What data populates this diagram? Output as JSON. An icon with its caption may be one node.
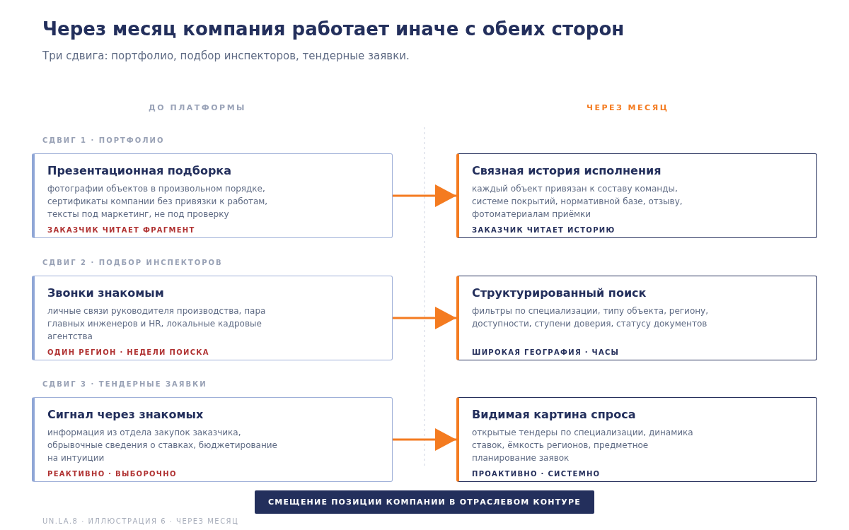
{
  "diagram": {
    "title": "Через месяц компания работает иначе с обеих сторон",
    "caption": "Три сдвига: портфолио, подбор инспекторов, тендерные заявки.",
    "nodes": [
      {
        "text": [
          "Презентационная подборка",
          "фотографии объектов в произвольном порядке, сертификаты компании без привязки к работам, тексты под маркетинг, не под проверку",
          "ЗАКАЗЧИК ЧИТАЕТ ФРАГМЕНТ"
        ]
      },
      {
        "text": [
          "Связная история исполнения",
          "каждый объект привязан к составу команды, системе покрытий, нормативной базе, отзыву, фотоматериалам приёмки",
          "ЗАКАЗЧИК ЧИТАЕТ ИСТОРИЮ"
        ]
      },
      {
        "text": [
          "Звонки знакомым",
          "личные связи руководителя производства, пара главных инженеров и HR, локальные кадровые агентства",
          "ОДИН РЕГИОН · НЕДЕЛИ ПОИСКА"
        ]
      },
      {
        "text": [
          "Структурированный поиск",
          "фильтры по специализации, типу объекта, региону, доступности, ступени доверия, статусу документов",
          "ШИРОКАЯ ГЕОГРАФИЯ · ЧАСЫ"
        ]
      },
      {
        "text": [
          "Сигнал через знакомых",
          "информация из отдела закупок заказчика, обрывочные сведения о ставках, бюджетирование на интуиции",
          "РЕАКТИВНО · ВЫБОРОЧНО"
        ]
      },
      {
        "text": [
          "Видимая картина спроса",
          "открытые тендеры по специализации, динамика ставок, ёмкость регионов, предметное планирование заявок",
          "ПРОАКТИВНО · СИСТЕМНО"
        ]
      },
      {
        "text": [
          "СМЕЩЕНИЕ ПОЗИЦИИ КОМПАНИИ В ОТРАСЛЕВОМ КОНТУРЕ"
        ]
      }
    ],
    "edges": [
      {
        "from": 0,
        "to": 1,
        "arrow": "to"
      },
      {
        "from": 2,
        "to": 3,
        "arrow": "to"
      },
      {
        "from": 4,
        "to": 5,
        "arrow": "to"
      }
    ],
    "labels": [
      "ДО ПЛАТФОРМЫ",
      "ЧЕРЕЗ МЕСЯЦ",
      "СДВИГ 1 · ПОРТФОЛИО",
      "СДВИГ 2 · ПОДБОР ИНСПЕКТОРОВ",
      "СДВИГ 3 · ТЕНДЕРНЫЕ ЗАЯВКИ",
      "UN.LA.8 · ИЛЛЮСТРАЦИЯ 6 · ЧЕРЕЗ МЕСЯЦ"
    ]
  }
}
